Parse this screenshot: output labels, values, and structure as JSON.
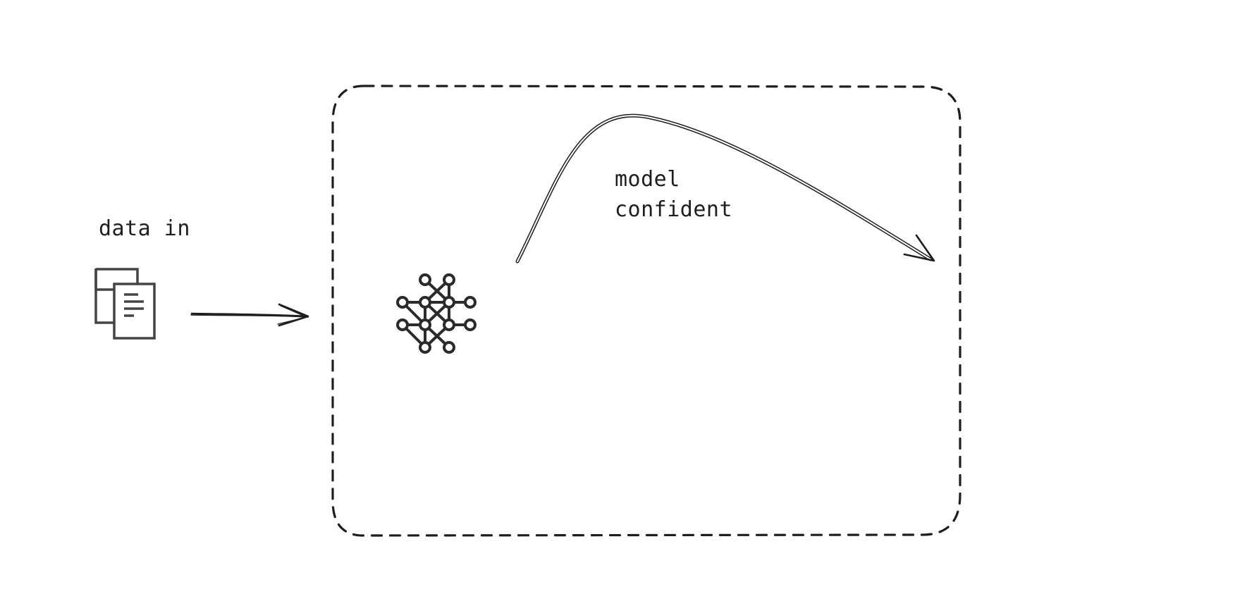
{
  "diagram": {
    "input_label": "data in",
    "arrow_label": "model\nconfident",
    "input_label_lines": [
      "data in"
    ],
    "arrow_label_lines": [
      "model",
      "confident"
    ],
    "icons": {
      "documents": "documents-icon",
      "model": "neural-network-icon"
    },
    "colors": {
      "stroke": "#1e1e1e",
      "icon": "#444444",
      "background": "#ffffff"
    }
  }
}
